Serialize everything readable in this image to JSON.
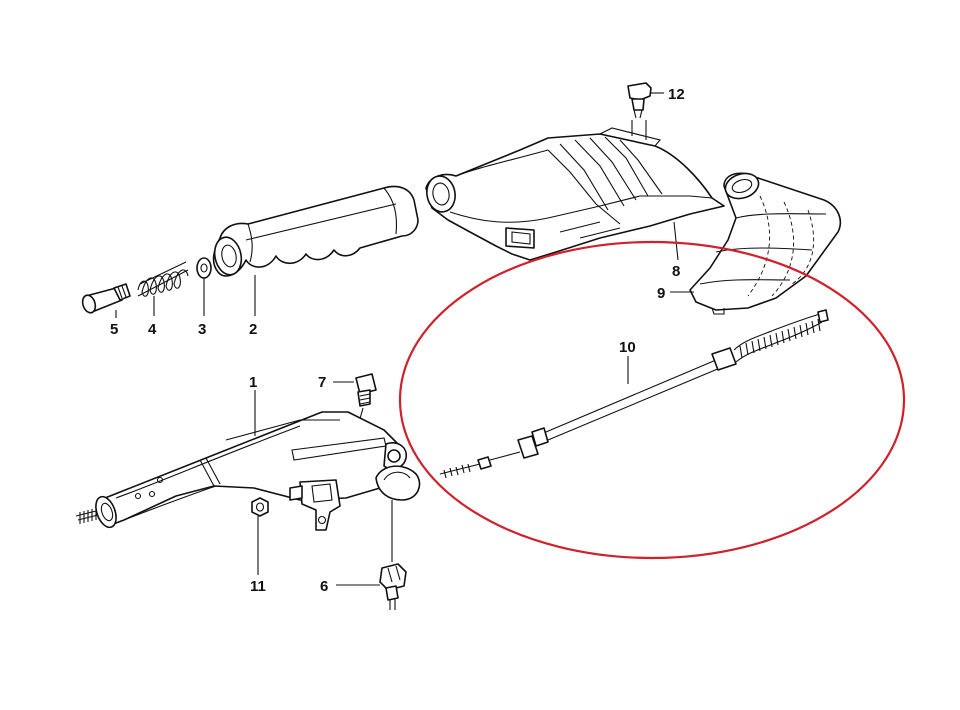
{
  "colors": {
    "line": "#111111",
    "highlight": "#d0212a",
    "background": "#ffffff"
  },
  "parts": [
    {
      "id": "1",
      "label": "1"
    },
    {
      "id": "2",
      "label": "2"
    },
    {
      "id": "3",
      "label": "3"
    },
    {
      "id": "4",
      "label": "4"
    },
    {
      "id": "5",
      "label": "5"
    },
    {
      "id": "6",
      "label": "6"
    },
    {
      "id": "7",
      "label": "7"
    },
    {
      "id": "8",
      "label": "8"
    },
    {
      "id": "9",
      "label": "9"
    },
    {
      "id": "10",
      "label": "10"
    },
    {
      "id": "11",
      "label": "11"
    },
    {
      "id": "12",
      "label": "12"
    }
  ]
}
